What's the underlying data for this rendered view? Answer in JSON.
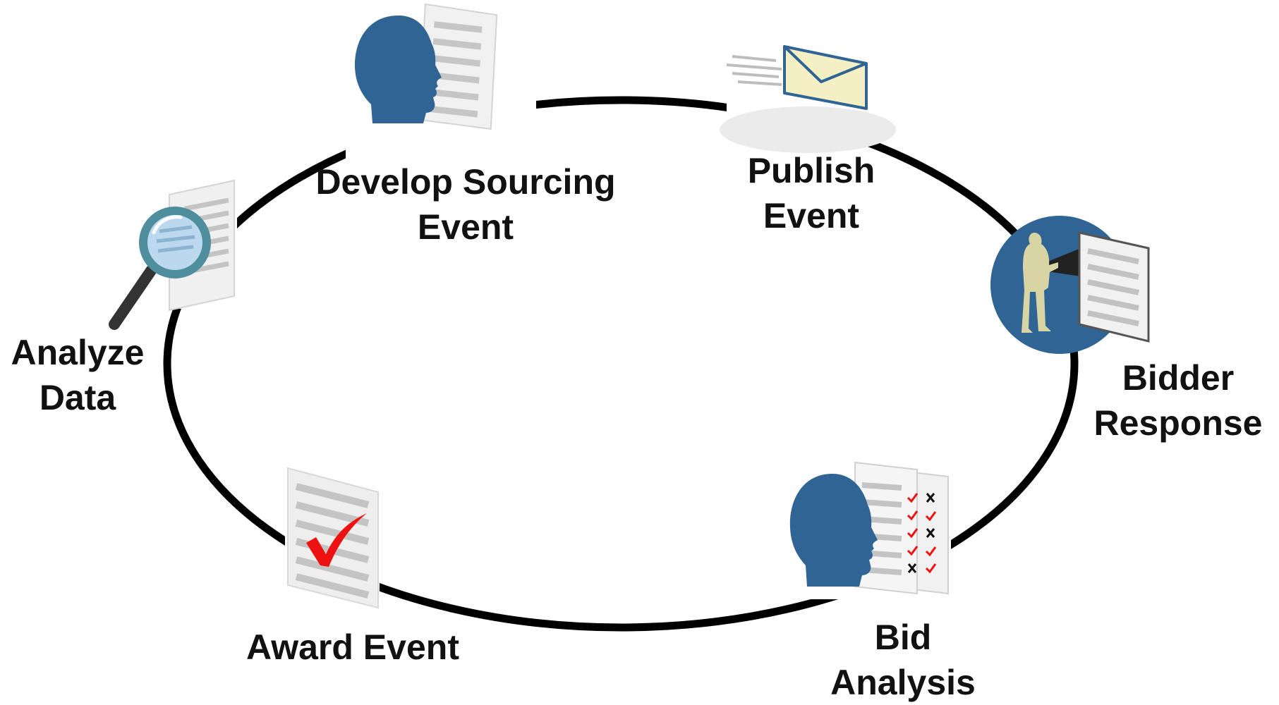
{
  "colors": {
    "ring": "#000000",
    "head_blue": "#2f6494",
    "page_fill": "#f1f1f1",
    "page_lines": "#c8c8c8",
    "envelope_fill": "#f5efc4",
    "envelope_stroke": "#2f6494",
    "check_red": "#ee1111",
    "person_tan": "#d8d4a4",
    "lens_teal": "#6ab4c8"
  },
  "steps": [
    {
      "id": "develop",
      "icon": "head-with-document-icon",
      "lines": [
        "Develop Sourcing",
        "Event"
      ]
    },
    {
      "id": "publish",
      "icon": "envelope-icon",
      "lines": [
        "Publish",
        "Event"
      ]
    },
    {
      "id": "bidder",
      "icon": "person-presenting-icon",
      "lines": [
        "Bidder",
        "Response"
      ]
    },
    {
      "id": "bid",
      "icon": "head-with-checklist-icon",
      "lines": [
        "Bid",
        "Analysis"
      ]
    },
    {
      "id": "award",
      "icon": "checked-document-icon",
      "lines": [
        "Award Event"
      ]
    },
    {
      "id": "analyze",
      "icon": "magnifier-document-icon",
      "lines": [
        "Analyze",
        "Data"
      ]
    }
  ]
}
